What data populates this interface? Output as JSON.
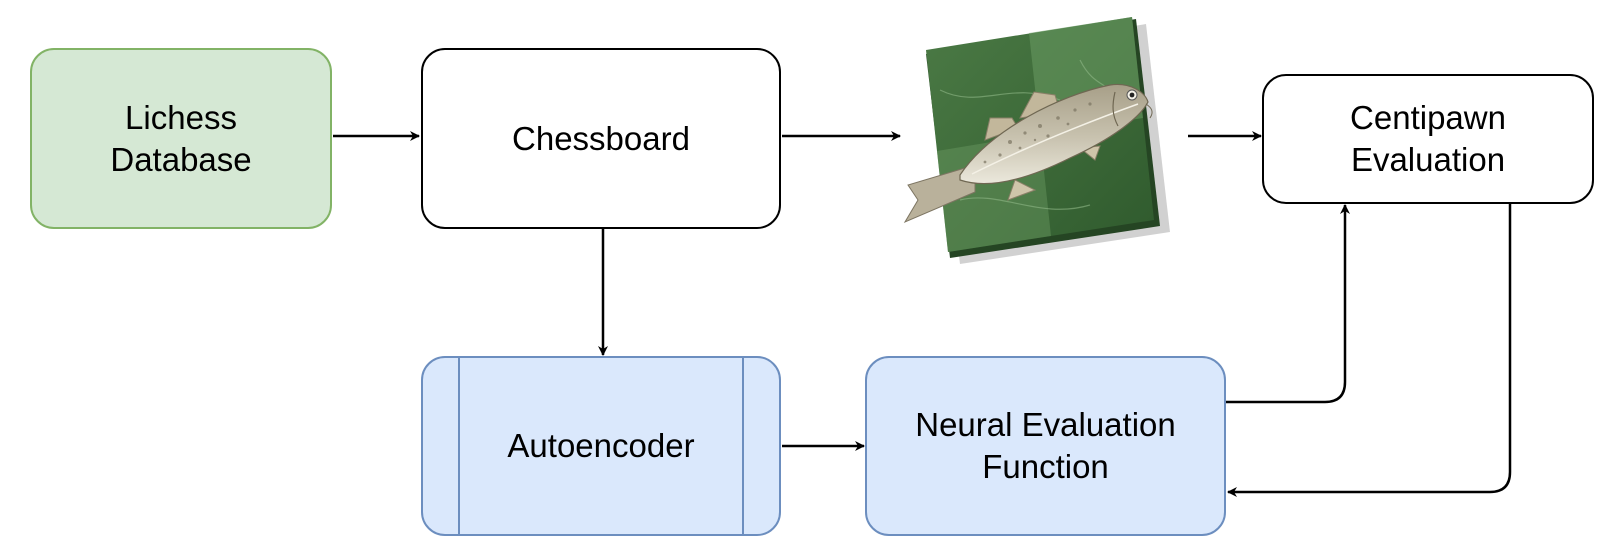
{
  "diagram": {
    "nodes": {
      "lichess": {
        "label": "Lichess\nDatabase"
      },
      "chessboard": {
        "label": "Chessboard"
      },
      "stockfish": {
        "icon": "stockfish-fish-on-chessboard-icon"
      },
      "centipawn": {
        "label": "Centipawn\nEvaluation"
      },
      "autoencoder": {
        "label": "Autoencoder"
      },
      "neural": {
        "label": "Neural Evaluation\nFunction"
      }
    },
    "colors": {
      "green_fill": "#d5e8d4",
      "green_stroke": "#82b366",
      "blue_fill": "#dae8fc",
      "blue_stroke": "#6c8ebf",
      "board_dark": "#3f6b3a",
      "board_light": "#5b8a55"
    }
  }
}
